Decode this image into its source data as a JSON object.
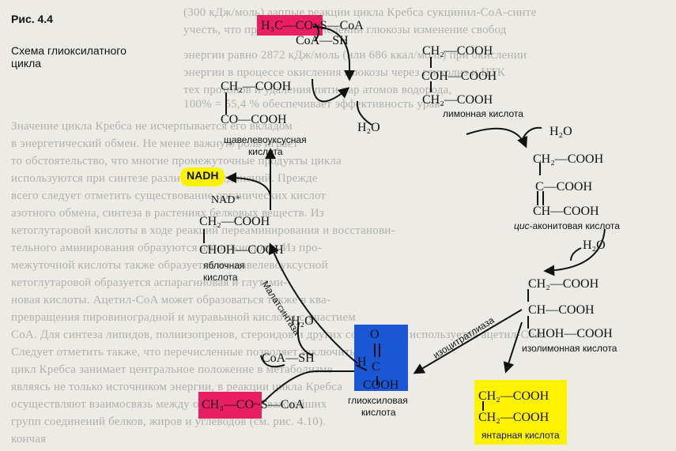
{
  "figure": {
    "label": "Рис. 4.4",
    "title_line1": "Схема глиоксилатного",
    "title_line2": "цикла"
  },
  "molecules": {
    "acetyl_coa_top": "H₃C—CO~S—CoA",
    "coa_sh_top": "CoA—SH",
    "citrate_l1": "CH₂—COOH",
    "citrate_l2": "COH—COOH",
    "citrate_l3": "CH₂—COOH",
    "citrate_name": "лимонная кислота",
    "oxaloacetate_l1": "CH₂—COOH",
    "oxaloacetate_l2": "CO—COOH",
    "oxaloacetate_name1": "щавелевоуксусная",
    "oxaloacetate_name2": "кислота",
    "h2o_top": "H₂O",
    "nadh": "NADH",
    "nad": "NAD⁺",
    "malate_l1": "CH₂—COOH",
    "malate_l2": "CHOH—COOH",
    "malate_name1": "яблочная",
    "malate_name2": "кислота",
    "h2o_right1": "H₂O",
    "aconitate_l1": "CH₂—COOH",
    "aconitate_l2": "C—COOH",
    "aconitate_l3": "CH—COOH",
    "aconitate_name_italic": "цис",
    "aconitate_name_rest": "-аконитовая кислота",
    "h2o_right2": "H₂O",
    "isocitrate_l1": "CH₂—COOH",
    "isocitrate_l2": "CH—COOH",
    "isocitrate_l3": "CHOH—COOH",
    "isocitrate_name": "изолимонная кислота",
    "h2o_mid": "H₂O",
    "coa_sh_bottom": "CoA—SH",
    "glyoxylate_O": "O",
    "glyoxylate_C": "C",
    "glyoxylate_H": "H",
    "glyoxylate_COOH": "COOH",
    "glyoxylate_name1": "глиоксиловая",
    "glyoxylate_name2": "кислота",
    "acetyl_coa_bottom": "CH₃—CO~S—CoA",
    "succinate_l1": "CH₂—COOH",
    "succinate_l2": "CH₂—COOH",
    "succinate_name": "янтарная кислота"
  },
  "enzymes": {
    "malate_synthase": "Малатсинтаза",
    "isocitrate_lyase": "изоцитратлиаза"
  },
  "colors": {
    "pink": "#e91e63",
    "yellow": "#fff200",
    "blue": "#1a57d6"
  }
}
